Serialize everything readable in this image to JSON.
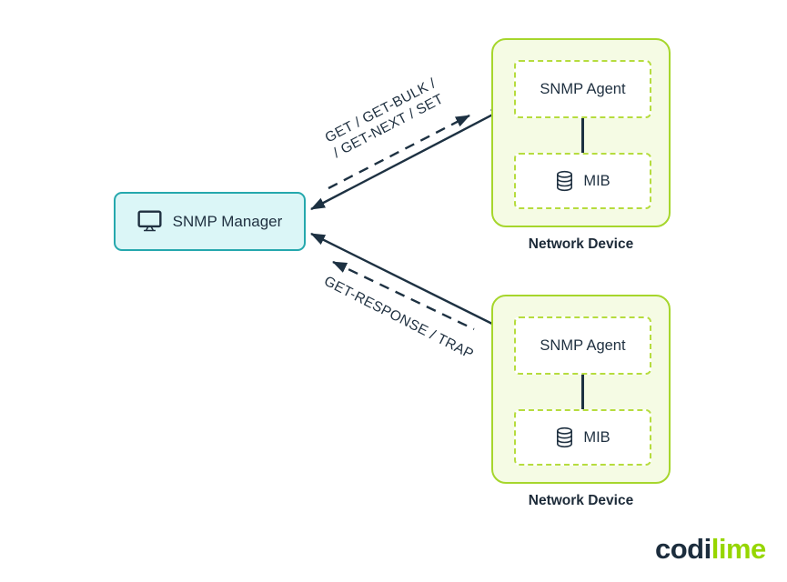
{
  "colors": {
    "background": "#ffffff",
    "line_navy": "#1d3142",
    "text_navy": "#1f3040",
    "manager_border": "#25a8ad",
    "manager_fill": "#dbf6f7",
    "device_border": "#a6d62c",
    "device_fill": "#f5fbe4",
    "inner_dashed_border": "#b6dc3e",
    "logo_dark": "#1c2d3d",
    "logo_green": "#96d600"
  },
  "manager": {
    "label": "SNMP Manager",
    "icon": "monitor-icon"
  },
  "devices": [
    {
      "caption": "Network Device",
      "agent_label": "SNMP Agent",
      "mib_label": "MIB",
      "mib_icon": "database-icon"
    },
    {
      "caption": "Network Device",
      "agent_label": "SNMP Agent",
      "mib_label": "MIB",
      "mib_icon": "database-icon"
    }
  ],
  "arrows": {
    "request": {
      "label_line1": "GET / GET-BULK /",
      "label_line2": "/ GET-NEXT / SET",
      "solid": "double-headed manager-to-top-agent",
      "dashed": "arrow toward agent"
    },
    "response": {
      "label": "GET-RESPONSE / TRAP",
      "solid": "double-headed manager-to-bottom-agent",
      "dashed": "arrow toward manager"
    }
  },
  "logo": {
    "dark": "codi",
    "green": "lime"
  }
}
